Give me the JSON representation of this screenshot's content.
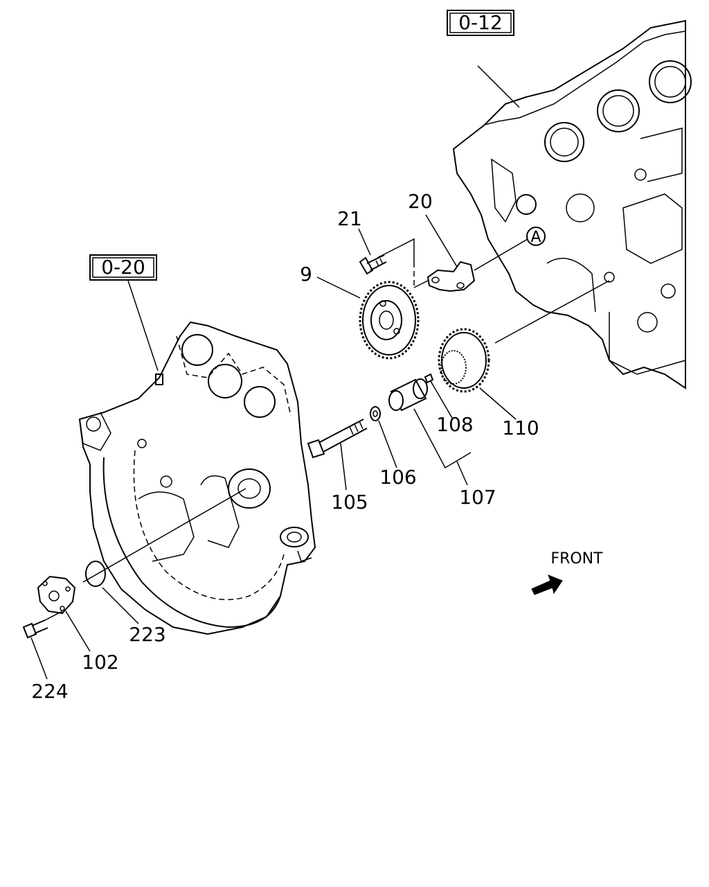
{
  "refs": {
    "engine_block": "0-12",
    "flywheel_housing": "0-20"
  },
  "callouts": {
    "p21": "21",
    "p20": "20",
    "p9": "9",
    "a_marker": "A",
    "p108": "108",
    "p110": "110",
    "p105": "105",
    "p106": "106",
    "p107": "107",
    "p223": "223",
    "p102": "102",
    "p224": "224"
  },
  "direction": {
    "label": "FRONT"
  }
}
